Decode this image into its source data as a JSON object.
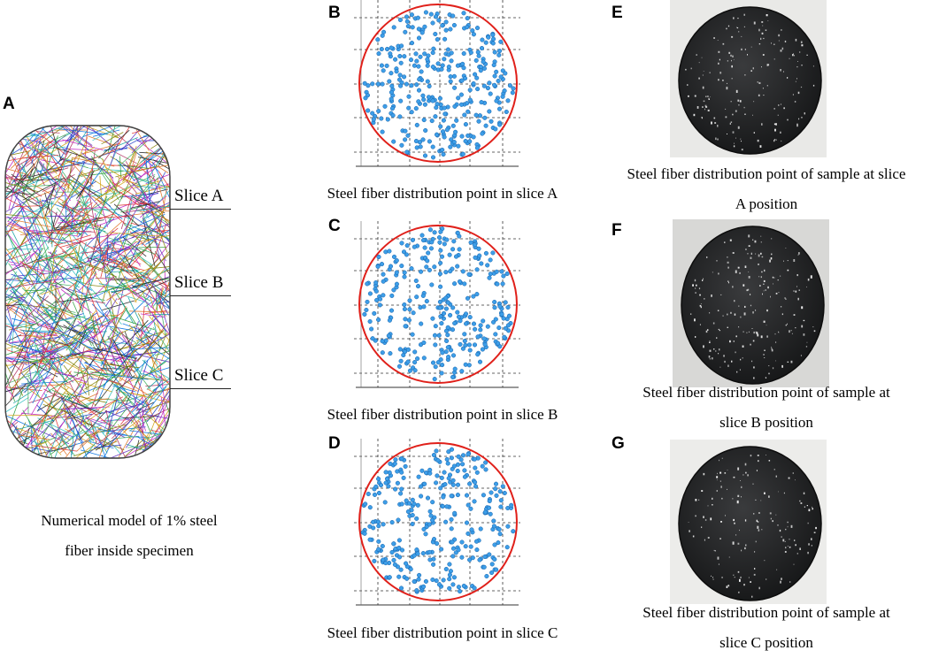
{
  "panels": {
    "A": {
      "letter": "A",
      "slices": [
        "Slice A",
        "Slice B",
        "Slice C"
      ],
      "caption_line1": "Numerical model of 1% steel",
      "caption_line2": "fiber inside specimen"
    },
    "B": {
      "letter": "B",
      "caption": "Steel fiber distribution point in slice A"
    },
    "C": {
      "letter": "C",
      "caption": "Steel fiber distribution point in slice B"
    },
    "D": {
      "letter": "D",
      "caption": "Steel fiber distribution point in slice C"
    },
    "E": {
      "letter": "E",
      "caption_line1": "Steel fiber distribution point of sample at slice",
      "caption_line2": "A position"
    },
    "F": {
      "letter": "F",
      "caption_line1": "Steel fiber distribution point of sample at",
      "caption_line2": "slice B position"
    },
    "G": {
      "letter": "G",
      "caption_line1": "Steel fiber distribution point of sample at",
      "caption_line2": "slice C position"
    }
  },
  "colors": {
    "circle": "#e0201a",
    "dot_fill": "#3d9ee8",
    "dot_stroke": "#1560a8",
    "specimen_bg": "#ffffff",
    "sample_dark": "#151617"
  }
}
